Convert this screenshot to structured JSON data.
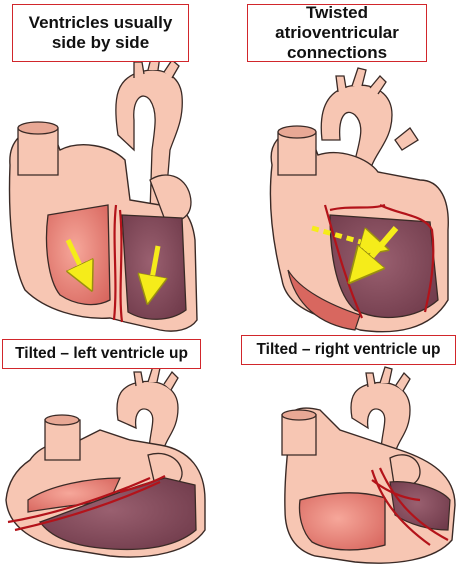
{
  "panels": [
    {
      "id": "side-by-side",
      "label": "Ventricles usually\nside by side"
    },
    {
      "id": "twisted",
      "label": "Twisted atrioventricular\nconnections"
    },
    {
      "id": "tilted-left",
      "label": "Tilted – left ventricle up"
    },
    {
      "id": "tilted-right",
      "label": "Tilted – right ventricle up"
    }
  ],
  "colors": {
    "heart_skin": "#f7c6b3",
    "outline": "#3a2a26",
    "ventricle_left_fill": "#8e5262",
    "ventricle_right_fill": "#e58a80",
    "vessel": "#b3131a",
    "arrow": "#f5ec1a",
    "label_border": "#d1262b"
  }
}
